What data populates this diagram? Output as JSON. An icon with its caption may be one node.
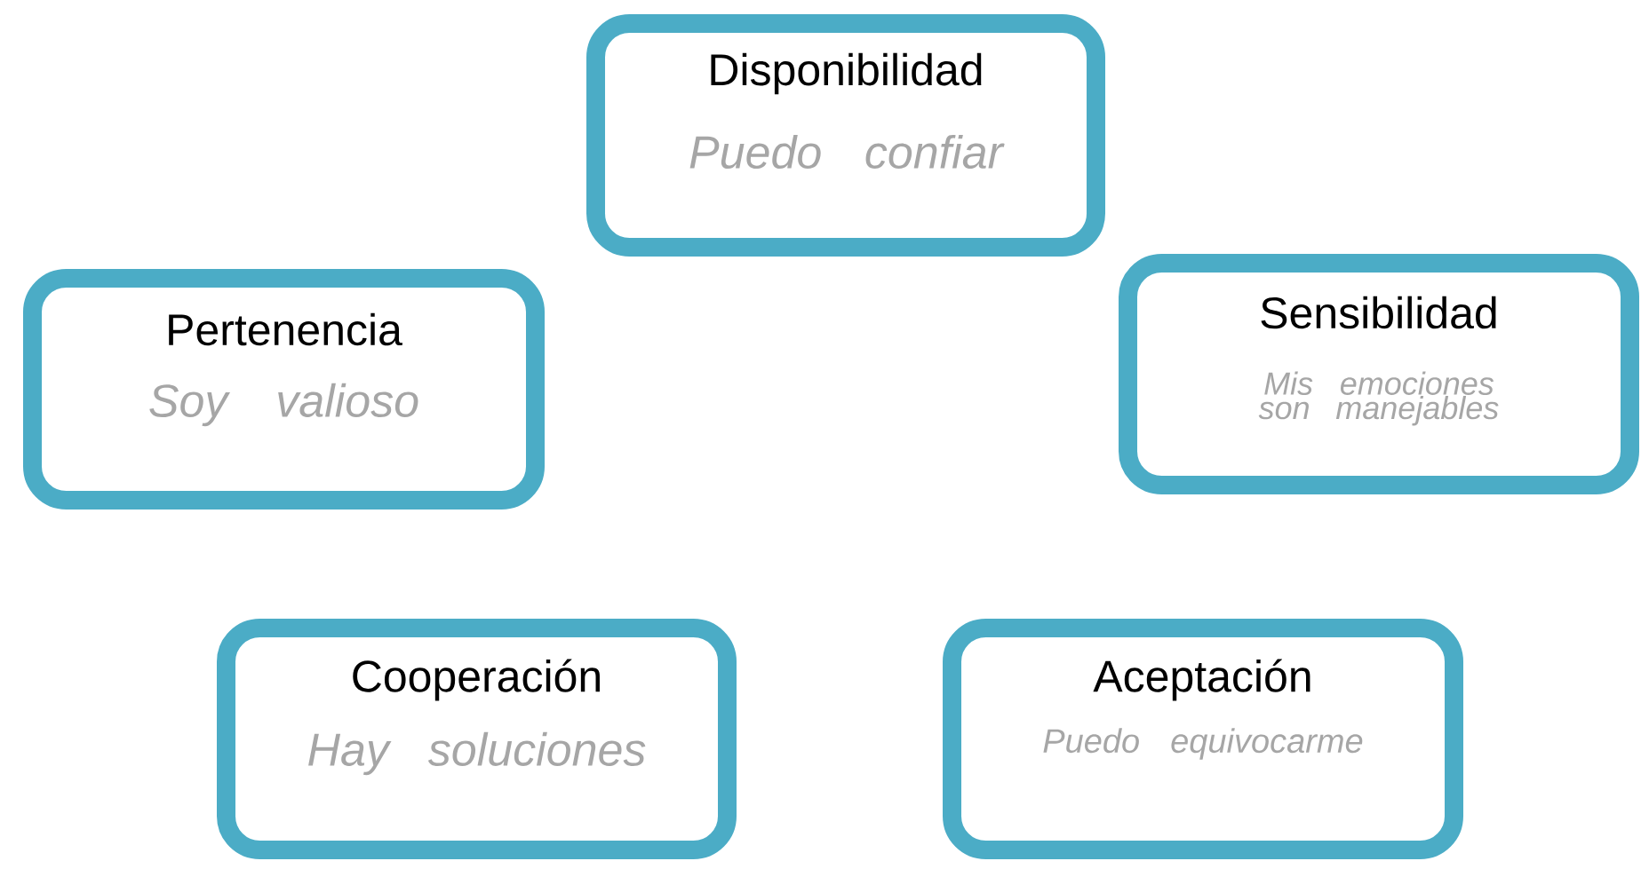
{
  "diagram": {
    "nodes": [
      {
        "text": [
          "Disponibilidad",
          "Puedo confiar"
        ]
      },
      {
        "text": [
          "Pertenencia",
          "Soy valioso"
        ]
      },
      {
        "text": [
          "Sensibilidad",
          "Mis emociones son manejables"
        ]
      },
      {
        "text": [
          "Cooperación",
          "Hay soluciones"
        ]
      },
      {
        "text": [
          "Aceptación",
          "Puedo equivocarme"
        ]
      }
    ]
  }
}
